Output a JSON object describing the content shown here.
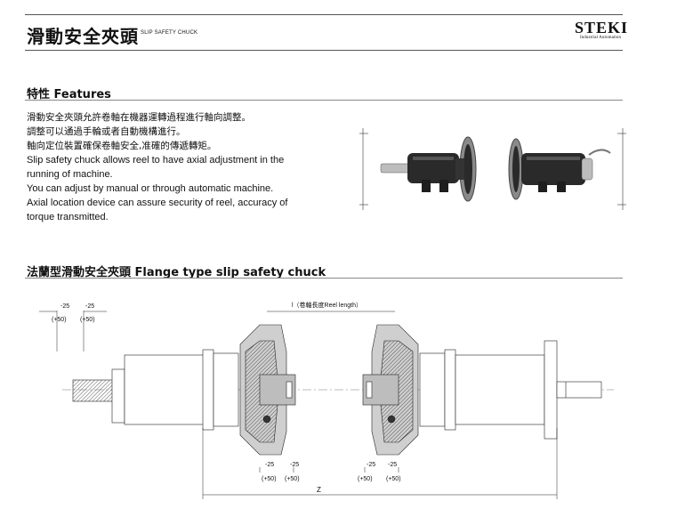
{
  "header": {
    "title_cn": "滑動安全夾頭",
    "title_en": "SLIP SAFETY CHUCK",
    "logo": "STEKI",
    "logo_sub": "Industrial Automation"
  },
  "features": {
    "heading": "特性  Features",
    "lines": [
      "滑動安全夾頭允許卷軸在機器運轉過程進行軸向調整。",
      "調整可以通過手輪或者自動機構進行。",
      "軸向定位裝置確保卷軸安全,准確的傳遞轉矩。",
      "Slip safety chuck allows reel to have axial adjustment in the",
      "running of machine.",
      "You can adjust by manual or through automatic machine.",
      "Axial location device can assure security of reel, accuracy of",
      "torque transmitted."
    ]
  },
  "flange": {
    "heading": "法蘭型滑動安全夾頭  Flange type slip safety chuck",
    "reel_label": "l（卷軸長度Reel length）",
    "left_dims": {
      "minus": [
        "-25",
        "-25"
      ],
      "plus": [
        "(+50)",
        "(+50)"
      ]
    },
    "center_left_dims": {
      "minus": [
        "-25",
        "-25"
      ],
      "plus": [
        "(+50)",
        "(+50)"
      ]
    },
    "center_right_dims": {
      "minus": [
        "-25",
        "-25"
      ],
      "plus": [
        "(+50)",
        "(+50)"
      ]
    },
    "z_label": "Z"
  },
  "colors": {
    "dark_part": "#2a2a2a",
    "metal": "#c8c8c8",
    "line": "#222222",
    "section_gray": "#9a9a9a"
  }
}
